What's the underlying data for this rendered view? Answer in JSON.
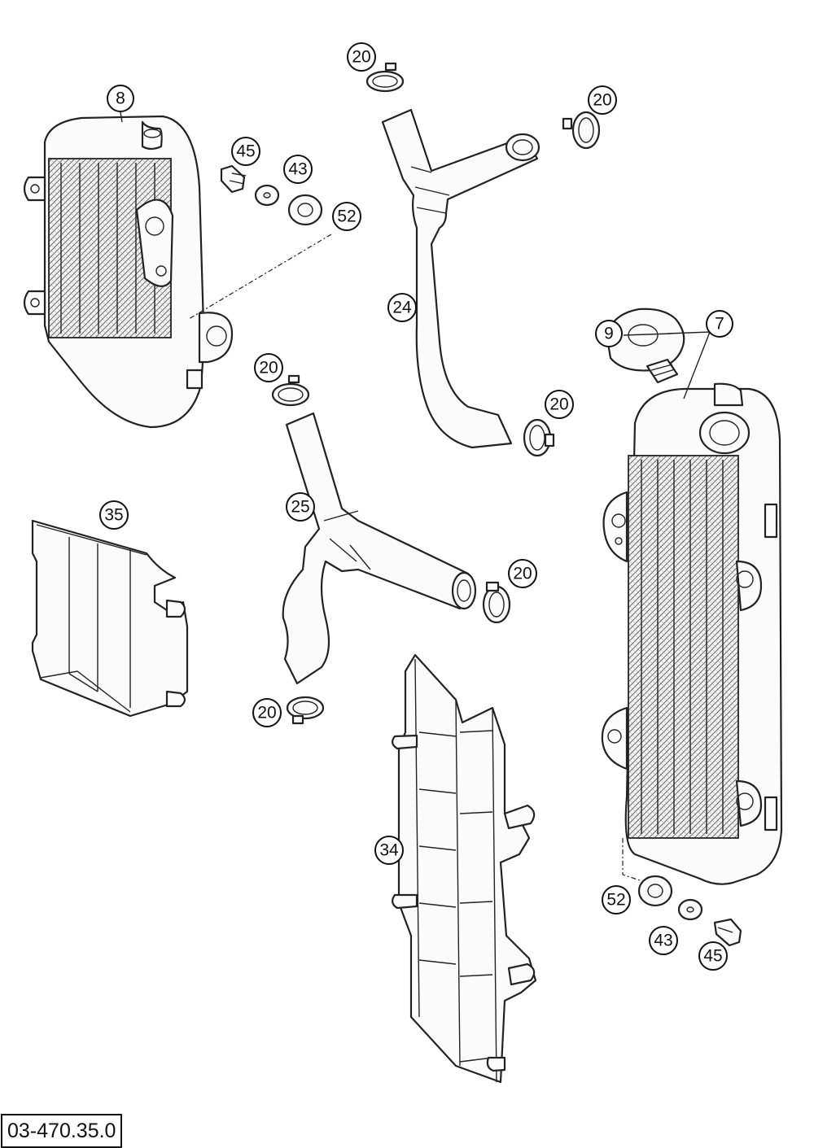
{
  "diagram": {
    "reference_number": "03-470.35.0",
    "parts": [
      {
        "id": "radiator-left",
        "callout": "8"
      },
      {
        "id": "radiator-right",
        "callout": "7"
      },
      {
        "id": "radiator-cap",
        "callout": "9"
      },
      {
        "id": "screw-left",
        "callout": "45"
      },
      {
        "id": "washer-left",
        "callout": "43"
      },
      {
        "id": "grommet-left",
        "callout": "52"
      },
      {
        "id": "screw-right",
        "callout": "45"
      },
      {
        "id": "washer-right",
        "callout": "43"
      },
      {
        "id": "grommet-right",
        "callout": "52"
      },
      {
        "id": "hose-upper",
        "callout": "24"
      },
      {
        "id": "hose-lower",
        "callout": "25"
      },
      {
        "id": "guard-left",
        "callout": "35"
      },
      {
        "id": "guard-right",
        "callout": "34"
      },
      {
        "id": "clamp-1",
        "callout": "20"
      },
      {
        "id": "clamp-2",
        "callout": "20"
      },
      {
        "id": "clamp-3",
        "callout": "20"
      },
      {
        "id": "clamp-4",
        "callout": "20"
      },
      {
        "id": "clamp-5",
        "callout": "20"
      },
      {
        "id": "clamp-6",
        "callout": "20"
      }
    ]
  }
}
